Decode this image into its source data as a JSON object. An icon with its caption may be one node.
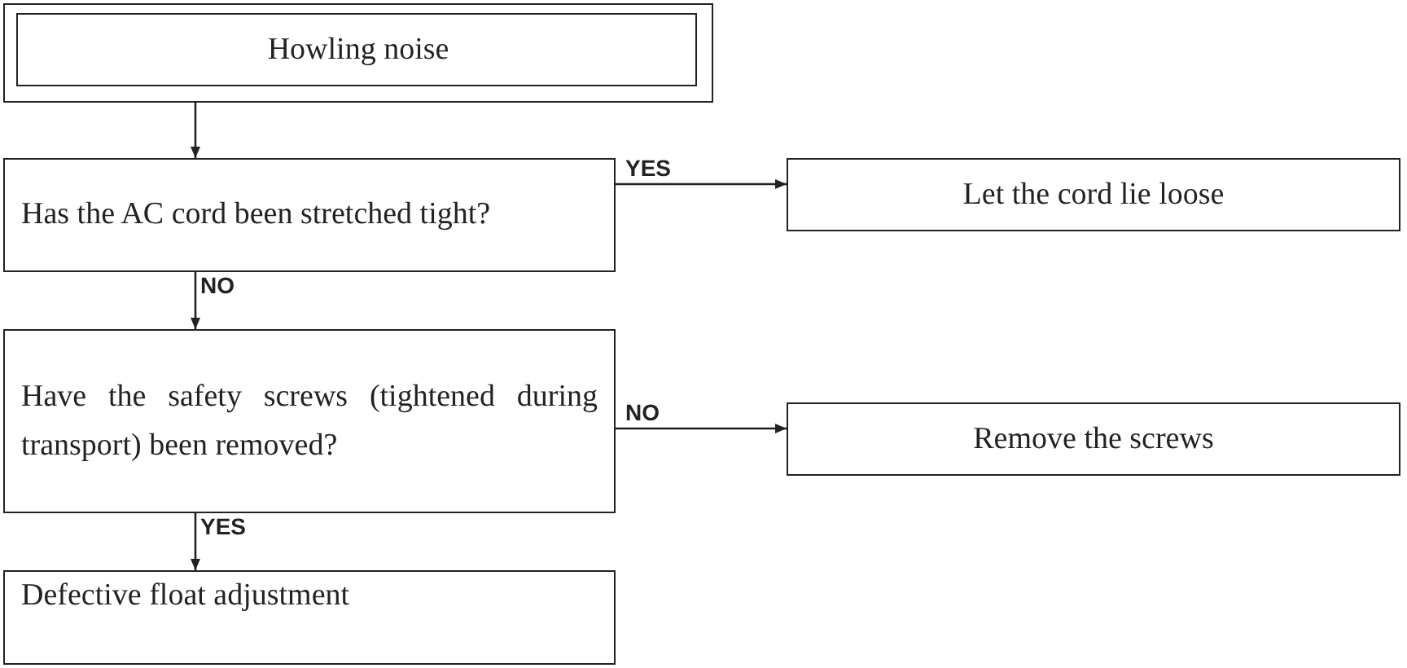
{
  "diagram": {
    "nodes": [
      {
        "text": [
          "Howling noise"
        ]
      },
      {
        "text": [
          "Has the AC cord been stretched tight?"
        ]
      },
      {
        "text": [
          "Let the cord lie loose"
        ]
      },
      {
        "text": [
          "Have the safety screws (tightened during transport) been removed?"
        ]
      },
      {
        "text": [
          "Remove the screws"
        ]
      },
      {
        "text": [
          "Defective float adjustment"
        ]
      }
    ],
    "edges": [
      {
        "from": 0,
        "to": 1,
        "arrow": "to"
      },
      {
        "from": 1,
        "to": 2,
        "arrow": "to",
        "label": "YES"
      },
      {
        "from": 1,
        "to": 3,
        "arrow": "to",
        "label": "NO"
      },
      {
        "from": 3,
        "to": 4,
        "arrow": "to",
        "label": "NO"
      },
      {
        "from": 3,
        "to": 5,
        "arrow": "to",
        "label": "YES"
      }
    ]
  }
}
